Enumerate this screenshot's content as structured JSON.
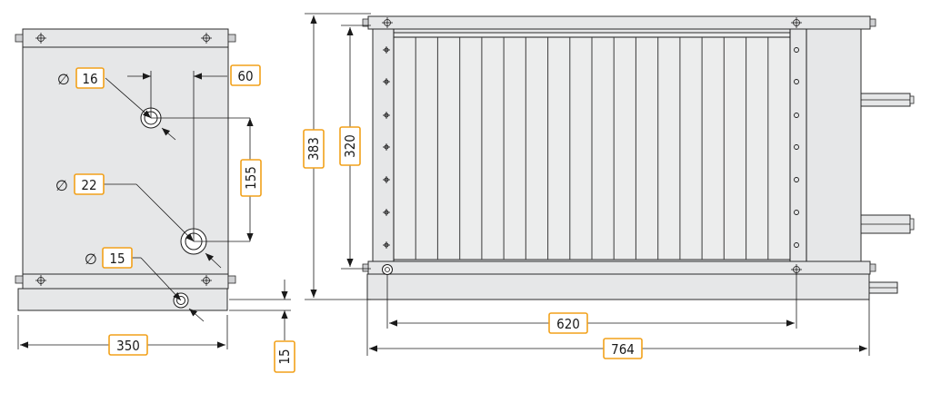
{
  "side_view": {
    "width_label": "350",
    "foot_label": "15",
    "pipe_offset_label": "60",
    "pipe_spacing_label": "155",
    "diameter_symbol": "∅",
    "pipes": [
      {
        "diameter": "16"
      },
      {
        "diameter": "22"
      },
      {
        "diameter": "15"
      }
    ]
  },
  "front_view": {
    "total_height_label": "383",
    "inner_height_label": "320",
    "inner_width_label": "620",
    "total_width_label": "764"
  },
  "colors": {
    "body": "#e6e7e8",
    "outline": "#2b2b2b",
    "label_border": "#f2a11a"
  }
}
